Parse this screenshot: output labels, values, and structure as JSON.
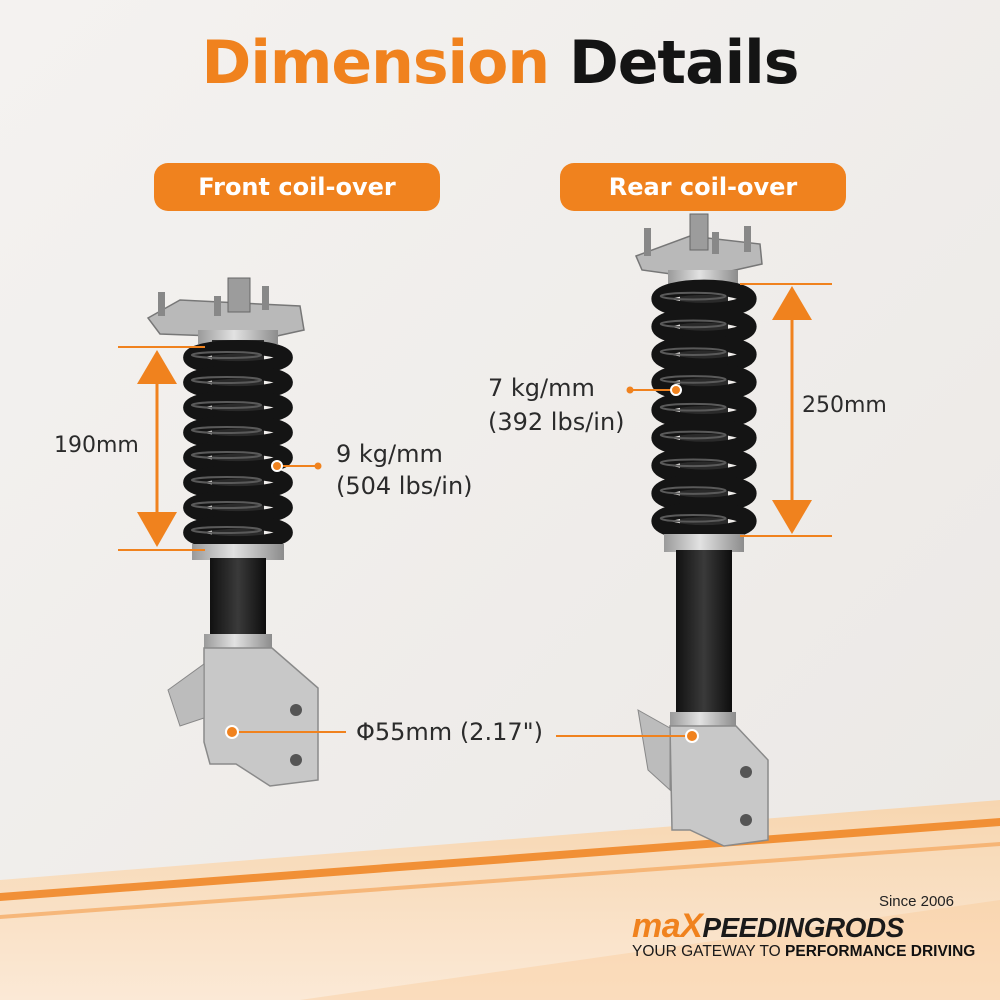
{
  "title": {
    "part1": "Dimension",
    "part2": "Details"
  },
  "front": {
    "label": "Front coil-over",
    "length": "190mm",
    "rate_line1": "9 kg/mm",
    "rate_line2": "(504 lbs/in)"
  },
  "rear": {
    "label": "Rear coil-over",
    "length": "250mm",
    "rate_line1": "7 kg/mm",
    "rate_line2": "(392 lbs/in)"
  },
  "diameter": "Φ55mm (2.17\")",
  "brand": {
    "since": "Since 2006",
    "logo_prefix": "maX",
    "logo_rest": "PEEDINGRODS",
    "tagline_normal": "YOUR GATEWAY TO ",
    "tagline_bold": "PERFORMANCE DRIVING"
  },
  "colors": {
    "accent": "#f0821e",
    "spring": "#1c1c1c",
    "metal": "#c8c8c8"
  }
}
